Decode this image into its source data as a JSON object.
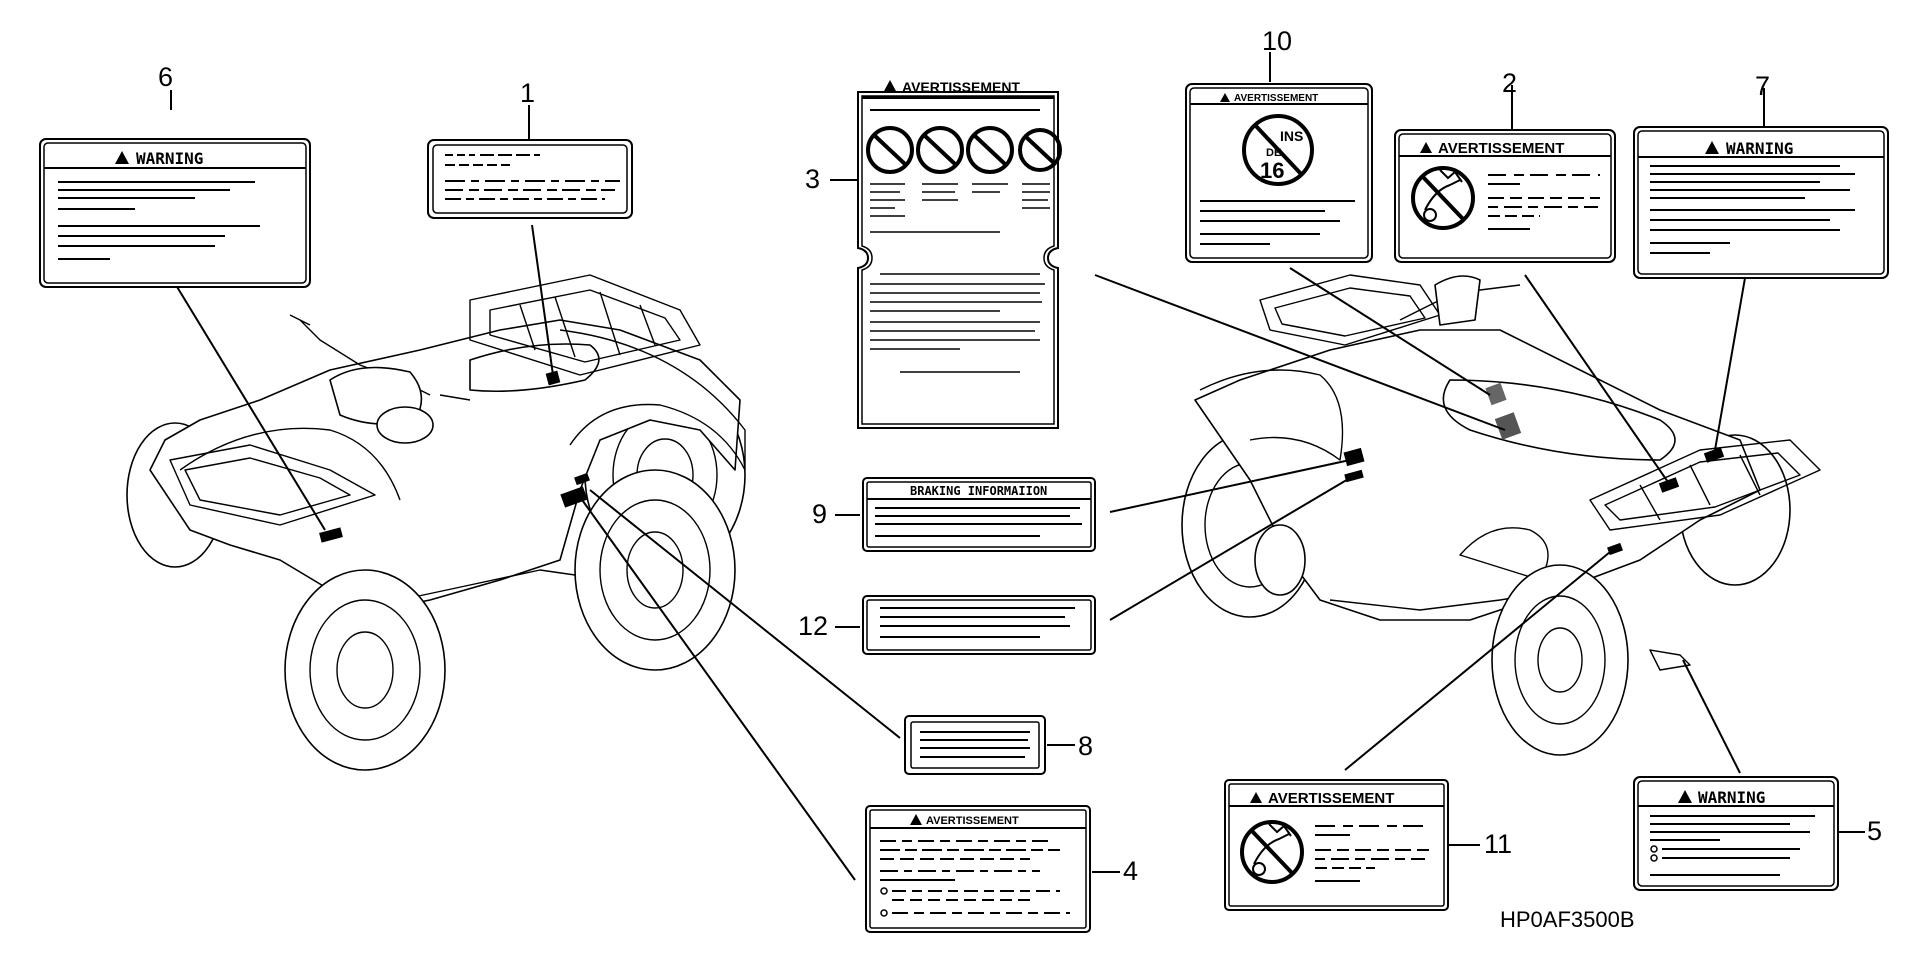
{
  "diagram": {
    "code": "HP0AF3500B",
    "callouts": [
      "1",
      "2",
      "3",
      "4",
      "5",
      "6",
      "7",
      "8",
      "9",
      "10",
      "11",
      "12"
    ],
    "label_texts": {
      "warning": "WARNING",
      "avertissement": "AVERTISSEMENT",
      "braking": "BRAKING INFORMAIION",
      "age_top": "INS",
      "age_mid": "DE",
      "age_num": "16"
    }
  }
}
